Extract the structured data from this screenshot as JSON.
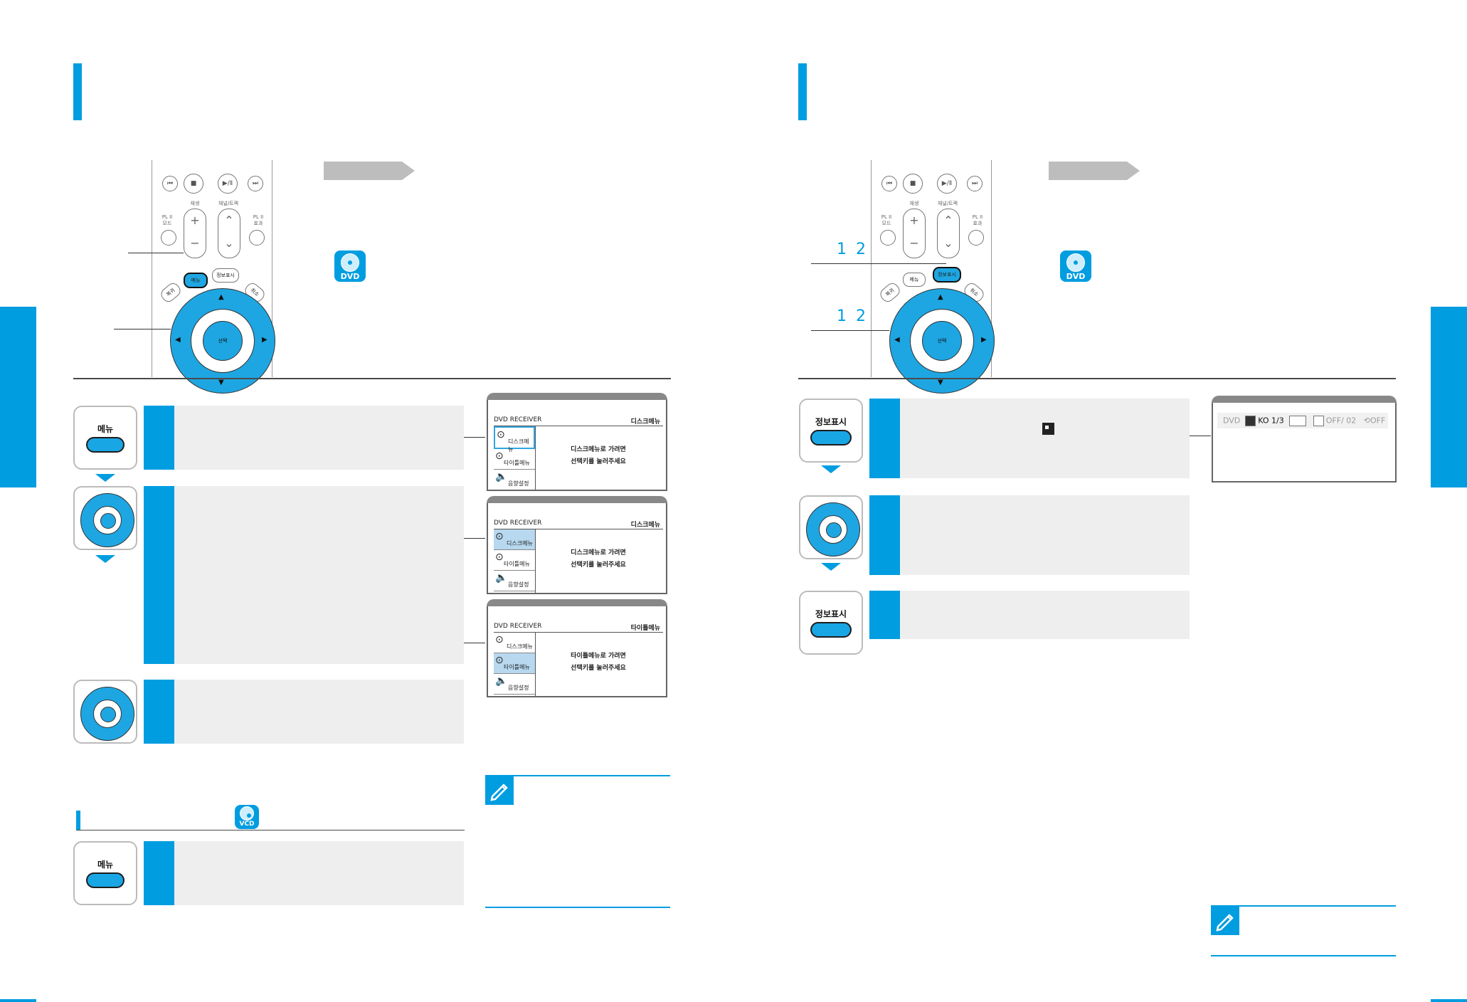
{
  "left_page": {
    "remote": {
      "labels": {
        "play": "재생",
        "channel": "채널/트랙",
        "pl2_left": "PL II\n모드",
        "pl2_right": "PL II\n효과",
        "menu": "메뉴",
        "info": "정보표시",
        "center": "선택",
        "back": "복귀",
        "exit": "취소"
      }
    },
    "dvd_icon_label": "DVD",
    "steps": [
      {
        "button_label": "메뉴"
      },
      {
        "button_label": ""
      },
      {
        "button_label": ""
      }
    ],
    "screens": [
      {
        "header_left": "DVD RECEIVER",
        "header_right": "디스크메뉴",
        "items": [
          "디스크메뉴",
          "타이틀메뉴",
          "음향설정"
        ],
        "selected_index": 0,
        "cursor_index": 0,
        "message_line1": "디스크메뉴로 가려면",
        "message_line2": "선택키를 눌러주세요"
      },
      {
        "header_left": "DVD RECEIVER",
        "header_right": "디스크메뉴",
        "items": [
          "디스크메뉴",
          "타이틀메뉴",
          "음향설정"
        ],
        "selected_index": 0,
        "cursor_index": -1,
        "message_line1": "디스크메뉴로 가려면",
        "message_line2": "선택키를 눌러주세요"
      },
      {
        "header_left": "DVD RECEIVER",
        "header_right": "타이틀메뉴",
        "items": [
          "디스크메뉴",
          "타이틀메뉴",
          "음향설정"
        ],
        "selected_index": 1,
        "cursor_index": -1,
        "message_line1": "타이틀메뉴로 가려면",
        "message_line2": "선택키를 눌러주세요"
      }
    ],
    "vcd_section": {
      "icon_label": "VCD",
      "step_button_label": "메뉴"
    }
  },
  "right_page": {
    "dvd_icon_label": "DVD",
    "callout_marks": [
      "1 2",
      "1 2"
    ],
    "steps": [
      {
        "button_label": "정보표시"
      },
      {
        "button_label": ""
      },
      {
        "button_label": "정보표시"
      }
    ],
    "info_screen": {
      "source": "DVD",
      "audio": "KO 1/3",
      "subtitle": "OFF/ 02",
      "repeat": "OFF"
    }
  }
}
